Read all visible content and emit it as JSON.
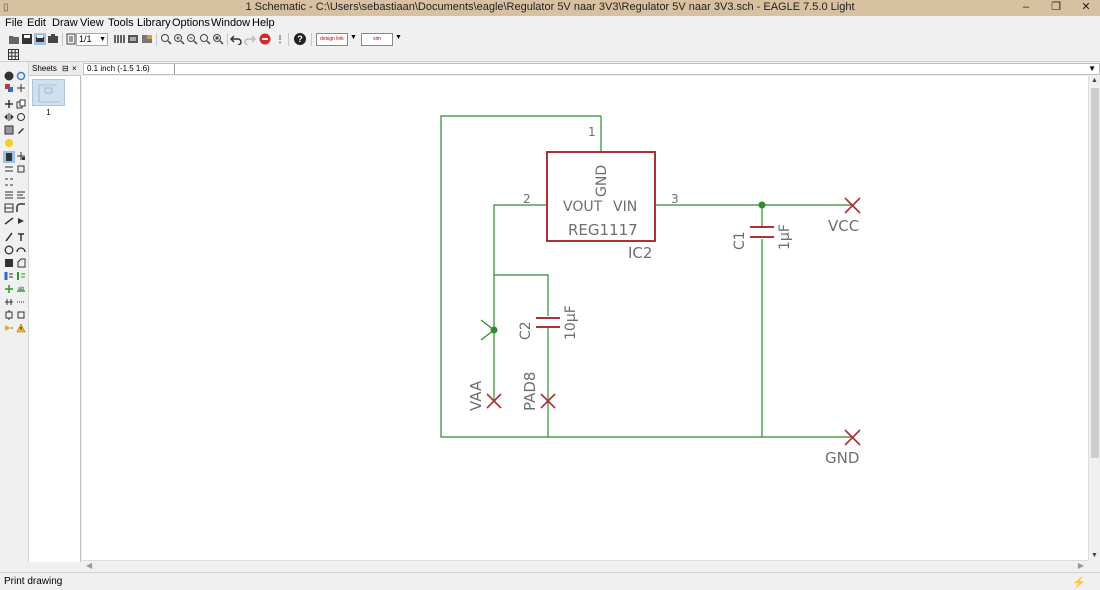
{
  "window": {
    "title": "1 Schematic - C:\\Users\\sebastiaan\\Documents\\eagle\\Regulator 5V naar 3V3\\Regulator 5V naar 3V3.sch - EAGLE 7.5.0 Light"
  },
  "menu": [
    {
      "label": "File"
    },
    {
      "label": "Edit"
    },
    {
      "label": "Draw"
    },
    {
      "label": "View"
    },
    {
      "label": "Tools"
    },
    {
      "label": "Library"
    },
    {
      "label": "Options"
    },
    {
      "label": "Window"
    },
    {
      "label": "Help"
    }
  ],
  "toolbar": {
    "zoom_value": "1/1",
    "help_glyph": "?",
    "design_link_label": "design link",
    "sim_label": "sim"
  },
  "command": {
    "coordinate": "0.1 inch (-1.5 1.6)",
    "input_value": ""
  },
  "sheets": {
    "header": "Sheets",
    "pin_glyph": "⊟",
    "close_glyph": "×",
    "items": [
      {
        "label": "1"
      }
    ]
  },
  "schematic": {
    "colors": {
      "wire": "#2e8b2e",
      "part": "#a83236",
      "text": "#6e6e6e",
      "junction": "#2e8b2e"
    },
    "ic": {
      "name": "IC2",
      "value": "REG1117",
      "pin_vout": "VOUT",
      "pin_vin": "VIN",
      "pin_gnd": "GND",
      "pin1": "1",
      "pin2": "2",
      "pin3": "3"
    },
    "c1": {
      "name": "C1",
      "value": "1µF"
    },
    "c2": {
      "name": "C2",
      "value": "10µF"
    },
    "labels": {
      "vcc": "VCC",
      "gnd": "GND",
      "vaa": "VAA",
      "pad8": "PAD8"
    }
  },
  "status": {
    "message": "Print drawing"
  }
}
